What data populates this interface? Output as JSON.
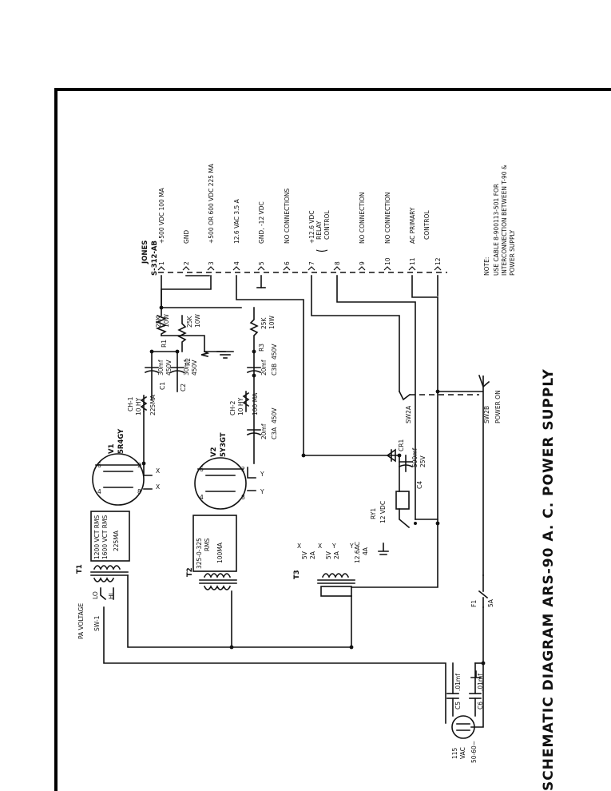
{
  "title": "SCHEMATIC DIAGRAM ARS-90   A. C. POWER SUPPLY",
  "connector": {
    "name": "JONES",
    "part": "S-312-AB",
    "pins": [
      {
        "num": "1",
        "label": "+500 VDC 100 MA"
      },
      {
        "num": "2",
        "label": "GND"
      },
      {
        "num": "3",
        "label": "+500 OR 600 VDC 225 MA"
      },
      {
        "num": "4",
        "label": "12.6 VAC 3.5 A"
      },
      {
        "num": "5",
        "label": "GND, -12 VDC"
      },
      {
        "num": "6",
        "label": "NO CONNECTIONS"
      },
      {
        "num": "7",
        "label": "+12.6 VDC"
      },
      {
        "num": "8",
        "label": ""
      },
      {
        "num": "9",
        "label": "NO CONNECTION"
      },
      {
        "num": "10",
        "label": "NO CONNECTION"
      },
      {
        "num": "11",
        "label": "AC PRIMARY"
      },
      {
        "num": "12",
        "label": ""
      }
    ],
    "relay_label": "RELAY",
    "relay_label2": "CONTROL",
    "control_label": "CONTROL"
  },
  "note": {
    "heading": "NOTE:",
    "line1": "USE CABLE  8-900113-501 FOR",
    "line2": "INTERCONNECTION BETWEEN T-90 &",
    "line3": "POWER SUPPLY"
  },
  "tubes": {
    "v1": {
      "ref": "V1",
      "type": "5R4GY",
      "p1": "4",
      "p2": "6",
      "p3": "2",
      "p4": "8"
    },
    "v2": {
      "ref": "V2",
      "type": "5Y3GT",
      "p1": "4",
      "p2": "6",
      "p3": "2",
      "p4": "8"
    }
  },
  "chokes": {
    "ch1": {
      "ref": "CH-1",
      "val1": "10 HY",
      "val2": "225MA"
    },
    "ch2": {
      "ref": "CH-2",
      "val1": "10 HY",
      "val2": "100 MA"
    }
  },
  "resistors": {
    "r1": {
      "ref": "R1",
      "val": "25K",
      "w": "10W"
    },
    "r2": {
      "ref": "R2",
      "val": "25K",
      "w": "10W"
    },
    "r3": {
      "ref": "R3",
      "val": "25K",
      "w": "10W"
    }
  },
  "capacitors": {
    "c1": {
      "ref": "C1",
      "val": "30mf",
      "v": "450V"
    },
    "c2": {
      "ref": "C2",
      "val": "30mf",
      "v": "450V"
    },
    "c3a": {
      "ref": "C3A",
      "val": "20mf",
      "v": "450V"
    },
    "c3b": {
      "ref": "C3B",
      "val": "20mf",
      "v": "450V"
    },
    "c4": {
      "ref": "C4",
      "val": "500mf",
      "v": "25V"
    },
    "c5": {
      "ref": "C5",
      "val": ".01mf"
    },
    "c6": {
      "ref": "C6",
      "val": ".01mf"
    }
  },
  "transformers": {
    "t1": {
      "ref": "T1",
      "s1": "1200 VCT RMS",
      "s2": "1600 VCT RMS",
      "s3": "225MA",
      "lo": "LO",
      "hi": "HI"
    },
    "t2": {
      "ref": "T2",
      "s1": "325-0-325",
      "s2": "RMS",
      "s3": "100MA"
    },
    "t3": {
      "ref": "T3",
      "s1": "5V",
      "s2": "2A",
      "s3": "5V",
      "s4": "2A",
      "s5": "12.6AC",
      "s6": "4A"
    }
  },
  "misc": {
    "cr1": "CR1",
    "ry1": "RY1",
    "ry1_v": "12 VDC",
    "sw2a": "SW2A",
    "sw2b": "SW2B",
    "power_on": "POWER ON",
    "f1": "F1",
    "f1_val": "5A",
    "sw1": "SW-1",
    "pa_voltage": "PA VOLTAGE",
    "ac_in1": "115",
    "ac_in2": "VAC",
    "ac_in3": "50-60~",
    "x": "X",
    "y": "Y"
  }
}
